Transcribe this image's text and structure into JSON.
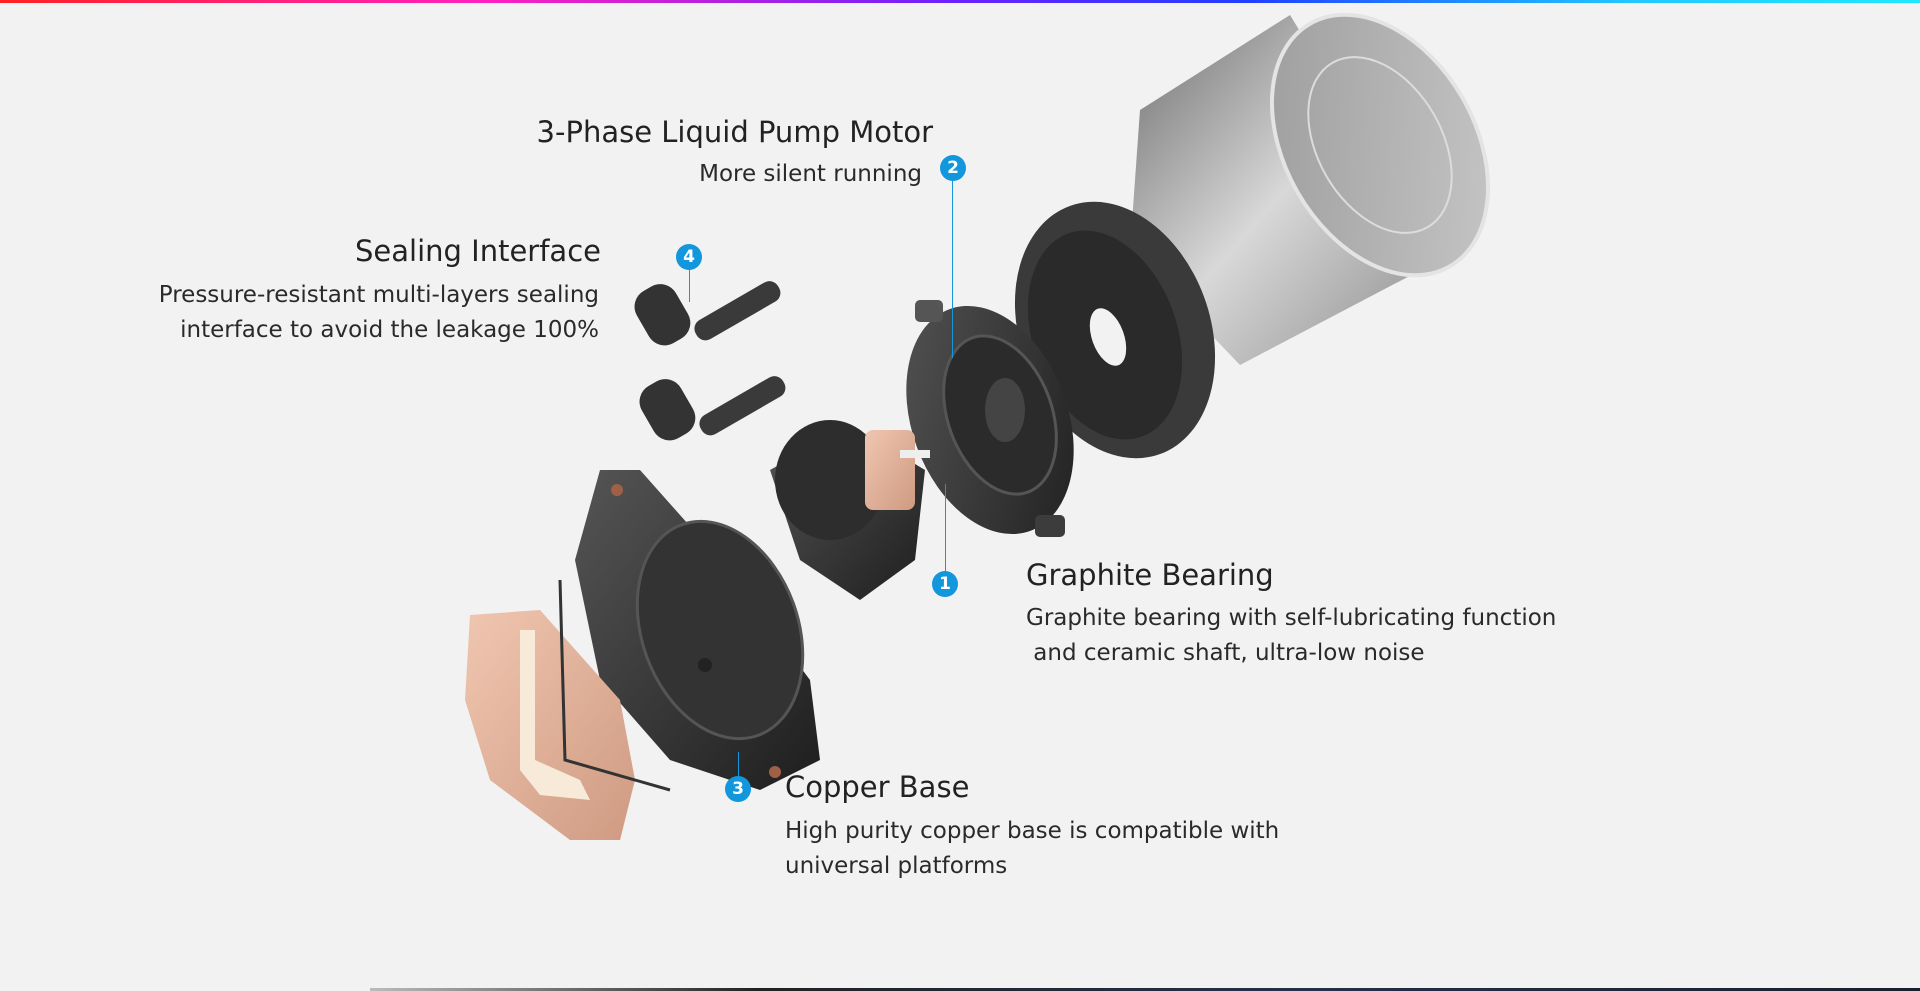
{
  "callouts": {
    "motor": {
      "number": "2",
      "title": "3-Phase Liquid Pump Motor",
      "lines": [
        "More silent running"
      ]
    },
    "sealing": {
      "number": "4",
      "title": "Sealing Interface",
      "lines": [
        "Pressure-resistant multi-layers sealing",
        "interface to avoid the leakage 100%"
      ]
    },
    "bearing": {
      "number": "1",
      "title": "Graphite Bearing",
      "lines": [
        "Graphite bearing with self-lubricating function",
        " and ceramic shaft, ultra-low noise"
      ]
    },
    "copper": {
      "number": "3",
      "title": "Copper Base",
      "lines": [
        "High purity copper base is compatible with",
        "universal platforms"
      ]
    }
  },
  "colors": {
    "accent": "#1296dc",
    "background": "#f2f2f2",
    "copper": "#e0a98f"
  }
}
